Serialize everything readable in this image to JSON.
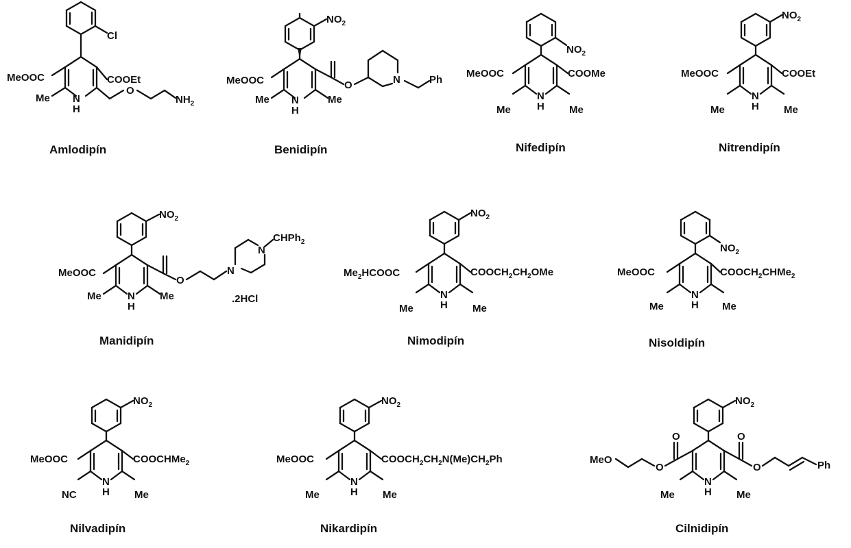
{
  "compounds": [
    {
      "name": "Amlodipín",
      "labels": {
        "aryl_sub": "Cl",
        "left_ester": "MeOOC",
        "right_ester": "COOEt",
        "c2": "Me",
        "nh": "H",
        "o": "O",
        "amine": "NH",
        "amine_sub": "2"
      }
    },
    {
      "name": "Benidipín",
      "labels": {
        "aryl_sub": "NO",
        "aryl_sub_idx": "2",
        "left_ester": "MeOOC",
        "c2": "Me",
        "c6": "Me",
        "nh": "H",
        "o_ester": "O",
        "pip_n": "N",
        "benzyl": "Ph"
      }
    },
    {
      "name": "Nifedipín",
      "labels": {
        "aryl_sub": "NO",
        "aryl_sub_idx": "2",
        "left_ester": "MeOOC",
        "right_ester": "COOMe",
        "c2": "Me",
        "c6": "Me",
        "nh": "H"
      }
    },
    {
      "name": "Nitrendipín",
      "labels": {
        "aryl_sub": "NO",
        "aryl_sub_idx": "2",
        "left_ester": "MeOOC",
        "right_ester": "COOEt",
        "c2": "Me",
        "c6": "Me",
        "nh": "H"
      }
    },
    {
      "name": "Manidipín",
      "labels": {
        "aryl_sub": "NO",
        "aryl_sub_idx": "2",
        "left_ester": "MeOOC",
        "c2": "Me",
        "c6": "Me",
        "nh": "H",
        "o_ester": "O",
        "pip_n1": "N",
        "pip_n2": "N",
        "chph": "CHPh",
        "chph_sub": "2",
        "salt": ".2HCl"
      }
    },
    {
      "name": "Nimodipín",
      "labels": {
        "aryl_sub": "NO",
        "aryl_sub_idx": "2",
        "left_a": "Me",
        "left_sub": "2",
        "left_b": "HCOOC",
        "right_a": "COOCH",
        "right_s1": "2",
        "right_b": "CH",
        "right_s2": "2",
        "right_c": "OMe",
        "c2": "Me",
        "c6": "Me",
        "nh": "H"
      }
    },
    {
      "name": "Nisoldipín",
      "labels": {
        "aryl_sub": "NO",
        "aryl_sub_idx": "2",
        "left_ester": "MeOOC",
        "right_a": "COOCH",
        "right_s1": "2",
        "right_b": "CHMe",
        "right_s2": "2",
        "c2": "Me",
        "c6": "Me",
        "nh": "H"
      }
    },
    {
      "name": "Nilvadipín",
      "labels": {
        "aryl_sub": "NO",
        "aryl_sub_idx": "2",
        "left_ester": "MeOOC",
        "right_a": "COOCHMe",
        "right_s1": "2",
        "c2": "NC",
        "c6": "Me",
        "nh": "H"
      }
    },
    {
      "name": "Nikardipín",
      "labels": {
        "aryl_sub": "NO",
        "aryl_sub_idx": "2",
        "left_ester": "MeOOC",
        "right_a": "COOCH",
        "right_s1": "2",
        "right_b": "CH",
        "right_s2": "2",
        "right_c": "N(Me)CH",
        "right_s3": "2",
        "right_d": "Ph",
        "c2": "Me",
        "c6": "Me",
        "nh": "H"
      }
    },
    {
      "name": "Cilnidipín",
      "labels": {
        "aryl_sub": "NO",
        "aryl_sub_idx": "2",
        "left_meo": "MeO",
        "c2": "Me",
        "c6": "Me",
        "nh": "H",
        "o1": "O",
        "o2": "O",
        "o3": "O",
        "o4": "O",
        "ph": "Ph"
      }
    }
  ]
}
